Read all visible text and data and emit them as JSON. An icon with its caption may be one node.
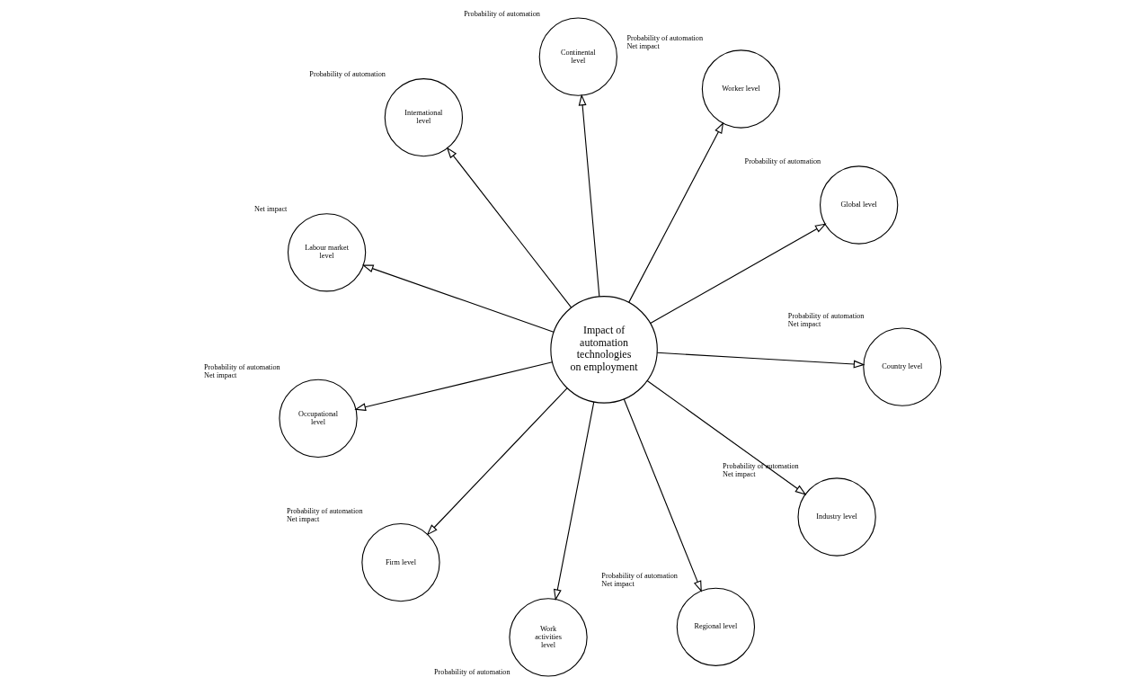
{
  "diagram": {
    "nodes": [
      {
        "text": [
          "Impact of automation technologies on employment"
        ]
      },
      {
        "text": [
          "Global level"
        ],
        "beside": [
          "Probability of automation"
        ]
      },
      {
        "text": [
          "Work activities level"
        ],
        "beside": [
          "Probability of automation"
        ]
      },
      {
        "text": [
          "International level"
        ],
        "beside": [
          "Probability of automation"
        ]
      },
      {
        "text": [
          "Worker level"
        ],
        "beside": [
          "Probability of automation",
          "Net impact"
        ]
      },
      {
        "text": [
          "Continental level"
        ],
        "beside": [
          "Probability of automation"
        ]
      },
      {
        "text": [
          "Occupational level"
        ],
        "beside": [
          "Probability of automation",
          "Net impact"
        ]
      },
      {
        "text": [
          "Country level"
        ],
        "beside": [
          "Probability of automation",
          "Net impact"
        ]
      },
      {
        "text": [
          "Firm level"
        ],
        "beside": [
          "Probability of automation",
          "Net impact"
        ]
      },
      {
        "text": [
          "Regional level"
        ],
        "beside": [
          "Probability of automation",
          "Net impact"
        ]
      },
      {
        "text": [
          "Industry level"
        ],
        "beside": [
          "Probability of automation",
          "Net impact"
        ]
      },
      {
        "text": [
          "Labour market level"
        ],
        "beside": [
          "Net impact"
        ]
      }
    ],
    "edges": [
      {
        "from": 0,
        "to": 1,
        "arrow": "to"
      },
      {
        "from": 0,
        "to": 3,
        "arrow": "to"
      },
      {
        "from": 0,
        "to": 5,
        "arrow": "to"
      },
      {
        "from": 0,
        "to": 7,
        "arrow": "to"
      },
      {
        "from": 0,
        "to": 9,
        "arrow": "to"
      },
      {
        "from": 0,
        "to": 11,
        "arrow": "to"
      },
      {
        "from": 0,
        "to": 10,
        "arrow": "to"
      },
      {
        "from": 0,
        "to": 8,
        "arrow": "to"
      },
      {
        "from": 0,
        "to": 6,
        "arrow": "to"
      },
      {
        "from": 0,
        "to": 4,
        "arrow": "to"
      },
      {
        "from": 0,
        "to": 2,
        "arrow": "to"
      }
    ]
  }
}
